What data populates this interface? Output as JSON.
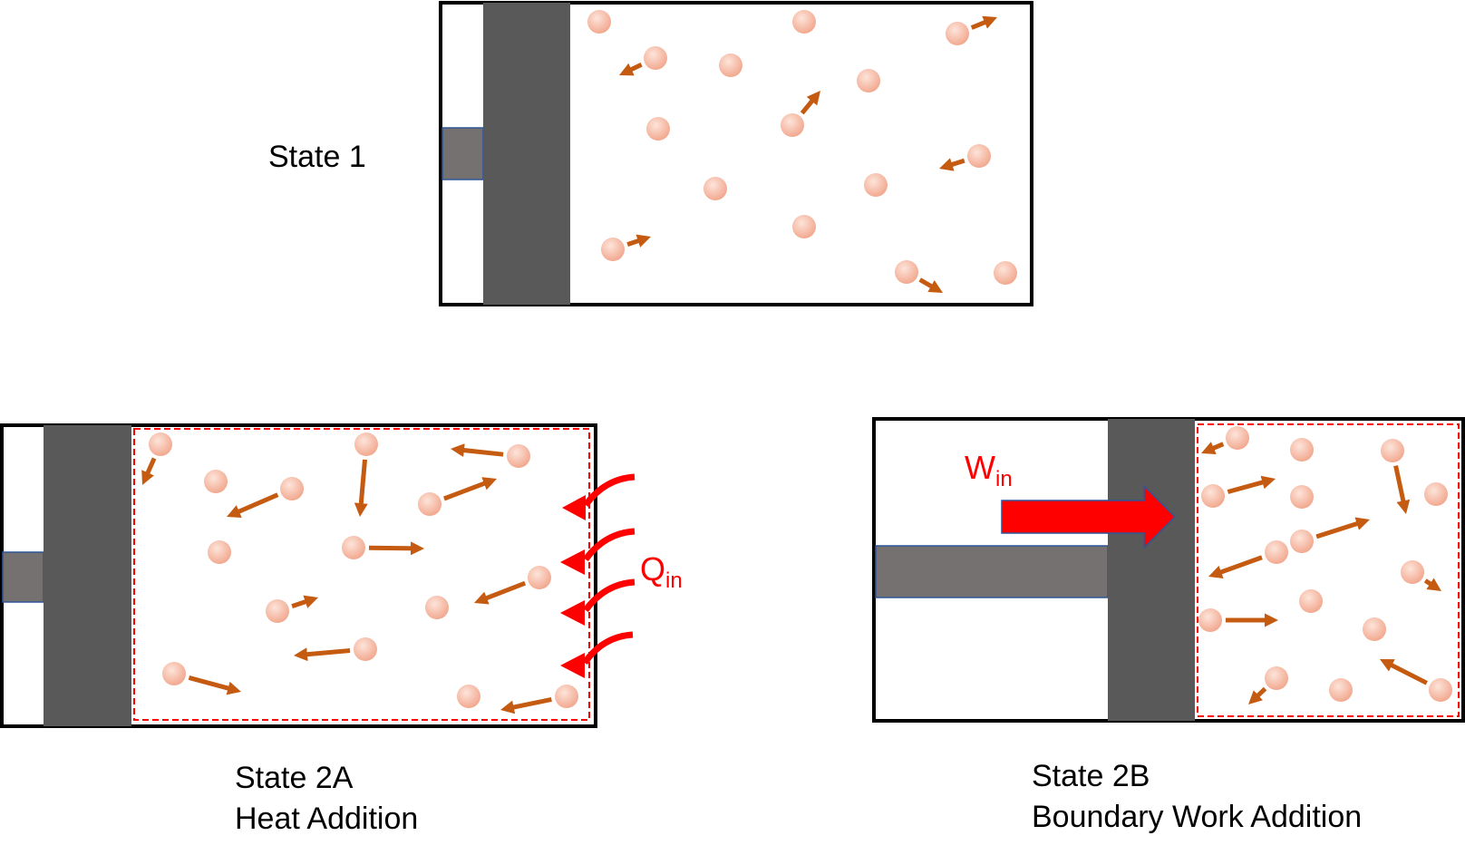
{
  "colors": {
    "piston": "#595959",
    "rod": "#767171",
    "rod_edge": "#2f5597",
    "particle": "#f4b6a0",
    "arrow": "#c55a11",
    "energy": "#ff0000",
    "boundary": "#000000"
  },
  "labels": {
    "state1": "State 1",
    "state2a_line1": "State 2A",
    "state2a_line2": "Heat Addition",
    "state2b_line1": "State 2B",
    "state2b_line2": "Boundary Work Addition"
  },
  "energy": {
    "heat_symbol": "Q",
    "heat_subscript": "in",
    "work_symbol": "W",
    "work_subscript": "in"
  }
}
